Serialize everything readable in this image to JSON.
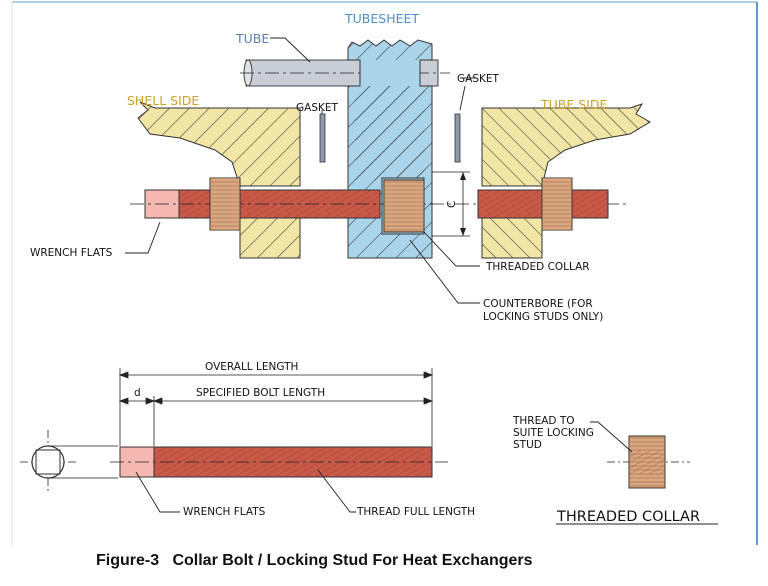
{
  "labels": {
    "tubesheet": "TUBESHEET",
    "tube": "TUBE",
    "gasket_right": "GASKET",
    "gasket_left": "GASKET",
    "shell_side": "SHELL SIDE",
    "tube_side": "TUBE SIDE",
    "dim_c": "C",
    "wrench_flats_top": "WRENCH FLATS",
    "threaded_collar": "THREADED COLLAR",
    "counterbore_line1": "COUNTERBORE (FOR",
    "counterbore_line2": "LOCKING STUDS ONLY)",
    "overall_length": "OVERALL LENGTH",
    "dim_d": "d",
    "specified_bolt_length": "SPECIFIED BOLT LENGTH",
    "wrench_flats_bottom": "WRENCH FLATS",
    "thread_full_length": "THREAD FULL LENGTH",
    "thread_to_line1": "THREAD TO",
    "thread_to_line2": "SUITE LOCKING",
    "thread_to_line3": "STUD",
    "threaded_collar_title": "THREADED COLLAR"
  },
  "caption": "Figure-3   Collar Bolt / Locking Stud For Heat Exchangers",
  "colors": {
    "frame_border": "#5b9bd5",
    "tubesheet": "#a9d4ea",
    "tubesheet_label": "#4a90c8",
    "tube": "#c9ced6",
    "tube_label": "#5b7fb0",
    "flange": "#f2e6a6",
    "side_label": "#c9a227",
    "bolt": "#c85a4a",
    "bolt_light": "#f4b8b0",
    "nut": "#d9a882",
    "gasket": "#8f9ba8"
  }
}
